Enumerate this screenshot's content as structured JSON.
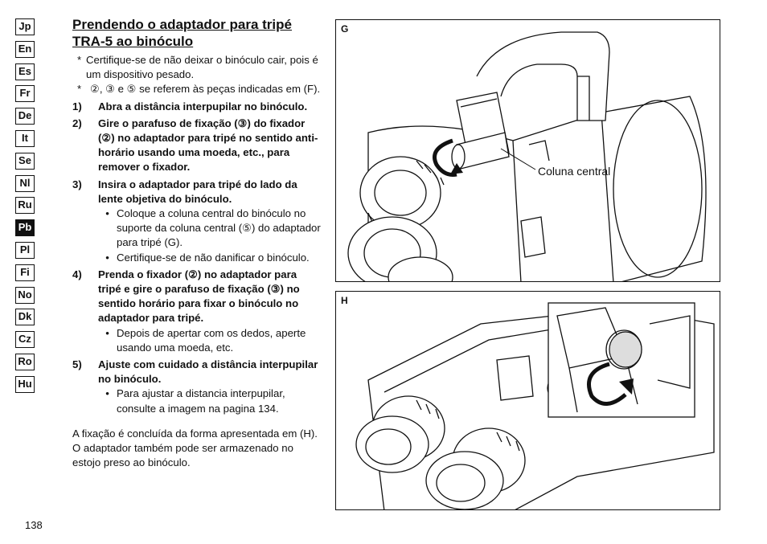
{
  "languages": [
    {
      "code": "Jp"
    },
    {
      "code": "En"
    },
    {
      "code": "Es"
    },
    {
      "code": "Fr"
    },
    {
      "code": "De"
    },
    {
      "code": "It"
    },
    {
      "code": "Se"
    },
    {
      "code": "Nl"
    },
    {
      "code": "Ru"
    },
    {
      "code": "Pb",
      "active": true
    },
    {
      "code": "Pl"
    },
    {
      "code": "Fi"
    },
    {
      "code": "No"
    },
    {
      "code": "Dk"
    },
    {
      "code": "Cz"
    },
    {
      "code": "Ro"
    },
    {
      "code": "Hu"
    }
  ],
  "title": "Prendendo o adaptador para tripé TRA-5 ao binóculo",
  "notes": [
    {
      "marker": "*",
      "text": "Certifique-se de não deixar o binóculo cair, pois é um dispositivo pesado."
    },
    {
      "marker": "*",
      "text": "②, ③ e ⑤ se referem às peças indicadas em (F)."
    }
  ],
  "steps": [
    {
      "num": "1)",
      "text": "Abra a distância interpupilar no binóculo.",
      "bullets": []
    },
    {
      "num": "2)",
      "text": "Gire o parafuso de fixação (③) do fixador (②) no adaptador para tripé no sentido anti-horário usando uma moeda, etc., para remover o fixador.",
      "bullets": []
    },
    {
      "num": "3)",
      "text": "Insira o adaptador para tripé do lado da lente objetiva do binóculo.",
      "bullets": [
        "Coloque a coluna central do binóculo no suporte da coluna central (⑤) do adaptador para tripé (G).",
        "Certifique-se de não danificar o binóculo."
      ]
    },
    {
      "num": "4)",
      "text": "Prenda o fixador (②) no adaptador para tripé e gire o parafuso de fixação (③) no sentido horário para fixar o binóculo no adaptador para tripé.",
      "bullets": [
        "Depois de apertar com os dedos, aperte usando uma moeda, etc."
      ]
    },
    {
      "num": "5)",
      "text": "Ajuste com cuidado a distância interpupilar no binóculo.",
      "bullets": [
        "Para ajustar a distancia interpupilar, consulte a imagem na pagina 134."
      ]
    }
  ],
  "closing": "A fixação é concluída da forma apresentada em (H). O adaptador também pode ser armazenado no estojo preso ao binóculo.",
  "page_number": "138",
  "figures": {
    "g": {
      "label": "G",
      "callout": "Coluna central"
    },
    "h": {
      "label": "H"
    }
  }
}
